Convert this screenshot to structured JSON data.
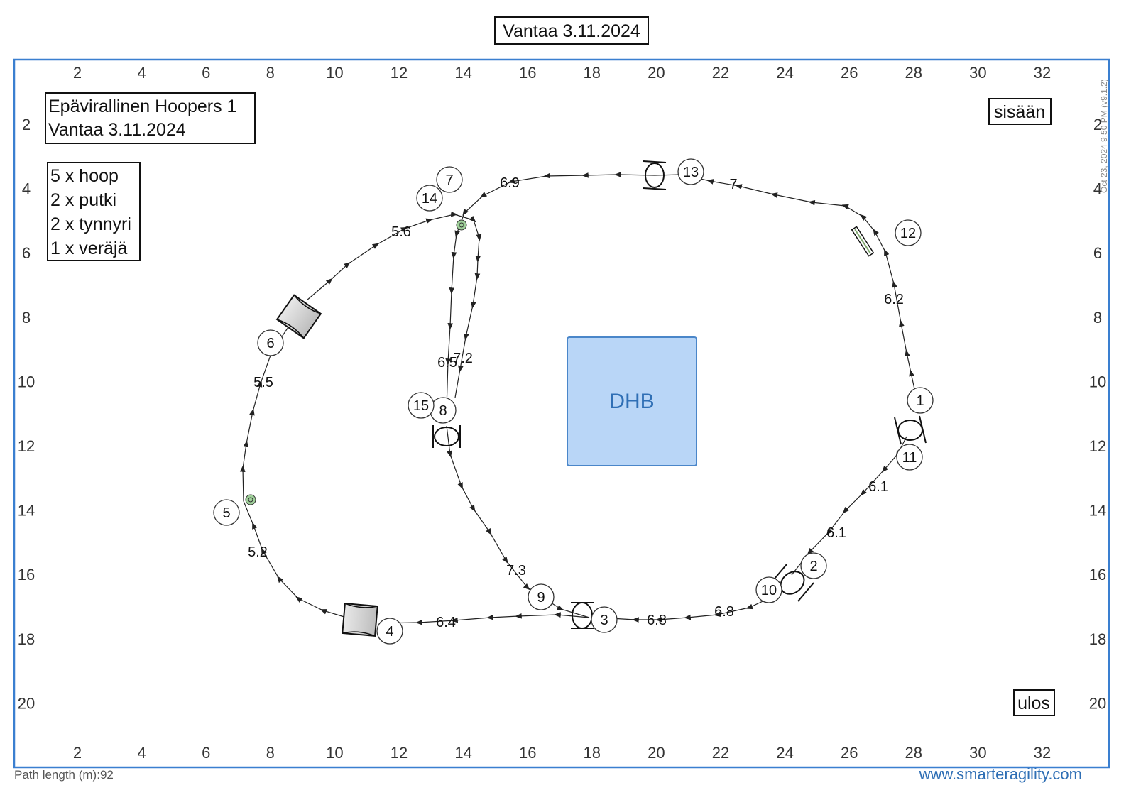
{
  "title": "Vantaa 3.11.2024",
  "info_box": [
    "Epävirallinen Hoopers 1",
    "Vantaa 3.11.2024"
  ],
  "equipment": [
    "5 x hoop",
    "2 x putki",
    "2 x tynnyri",
    "1 x veräjä"
  ],
  "entry_label": "sisään",
  "exit_label": "ulos",
  "center_label": "DHB",
  "x_ticks": [
    "2",
    "4",
    "6",
    "8",
    "10",
    "12",
    "14",
    "16",
    "18",
    "20",
    "22",
    "24",
    "26",
    "28",
    "30",
    "32"
  ],
  "y_ticks": [
    "2",
    "4",
    "6",
    "8",
    "10",
    "12",
    "14",
    "16",
    "18",
    "20"
  ],
  "obstacle_numbers": [
    "1",
    "2",
    "3",
    "4",
    "5",
    "6",
    "7",
    "8",
    "9",
    "10",
    "11",
    "12",
    "13",
    "14",
    "15"
  ],
  "segment_labels": [
    "6.2",
    "6.1",
    "6.1",
    "6.8",
    "6.8",
    "6.4",
    "5.2",
    "5.5",
    "5.6",
    "6.9",
    "7",
    "7.3",
    "6.5",
    "7.2"
  ],
  "footer": {
    "path_length": "Path length (m):92",
    "website": "www.smarteragility.com",
    "timestamp": "Oct 23, 2024 9:50 PM  (v9.1.2)"
  },
  "colors": {
    "frame": "#3a7fd0",
    "dhb_fill": "#b9d6f7",
    "dhb_stroke": "#4a86c9",
    "dhb_text": "#2f6fb5",
    "link": "#2f6fb5",
    "marker": "#9fd09a"
  }
}
